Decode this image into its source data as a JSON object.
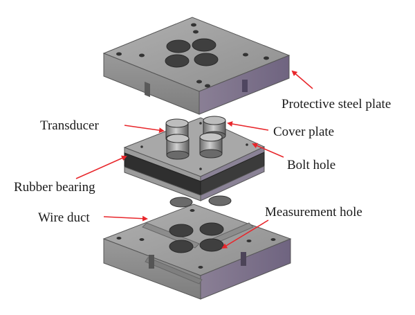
{
  "labels": {
    "protective_steel_plate": "Protective steel plate",
    "transducer": "Transducer",
    "cover_plate": "Cover plate",
    "bolt_hole": "Bolt hole",
    "rubber_bearing": "Rubber bearing",
    "wire_duct": "Wire duct",
    "measurement_hole": "Measurement hole"
  },
  "colors": {
    "arrow": "#e8262b",
    "steel_top": "#9a9a9a",
    "steel_side": "#8a8a8a",
    "steel_front": "#7a6f86",
    "rubber": "#3a3a3a"
  }
}
